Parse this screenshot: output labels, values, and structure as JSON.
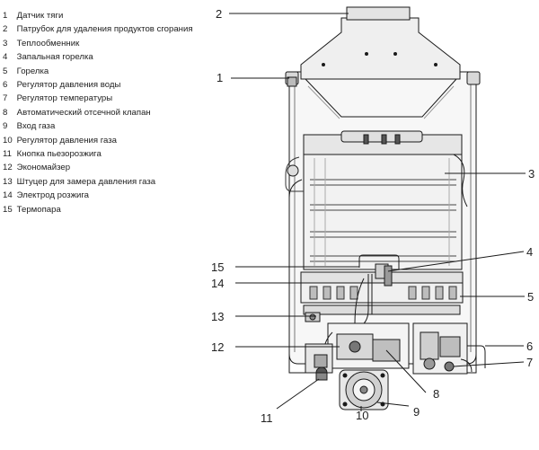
{
  "legend": [
    {
      "num": "1",
      "text": "Датчик тяги"
    },
    {
      "num": "2",
      "text": "Патрубок для удаления продуктов сгорания"
    },
    {
      "num": "3",
      "text": "Теплообменник"
    },
    {
      "num": "4",
      "text": "Запальная горелка"
    },
    {
      "num": "5",
      "text": "Горелка"
    },
    {
      "num": "6",
      "text": "Регулятор давления воды"
    },
    {
      "num": "7",
      "text": "Регулятор температуры"
    },
    {
      "num": "8",
      "text": "Автоматический отсечной клапан"
    },
    {
      "num": "9",
      "text": "Вход газа"
    },
    {
      "num": "10",
      "text": "Регулятор давления газа"
    },
    {
      "num": "11",
      "text": "Кнопка пьезорозжига"
    },
    {
      "num": "12",
      "text": "Экономайзер"
    },
    {
      "num": "13",
      "text": "Штуцер для замера давления газа"
    },
    {
      "num": "14",
      "text": "Электрод розжига"
    },
    {
      "num": "15",
      "text": "Термопара"
    }
  ],
  "callouts": {
    "c1": "1",
    "c2": "2",
    "c3": "3",
    "c4": "4",
    "c5": "5",
    "c6": "6",
    "c7": "7",
    "c8": "8",
    "c9": "9",
    "c10": "10",
    "c11": "11",
    "c12": "12",
    "c13": "13",
    "c14": "14",
    "c15": "15"
  },
  "colors": {
    "line": "#1a1a1a",
    "fill_light": "#f4f4f4",
    "fill_mid": "#dcdcdc",
    "fill_dark": "#9a9a9a"
  }
}
